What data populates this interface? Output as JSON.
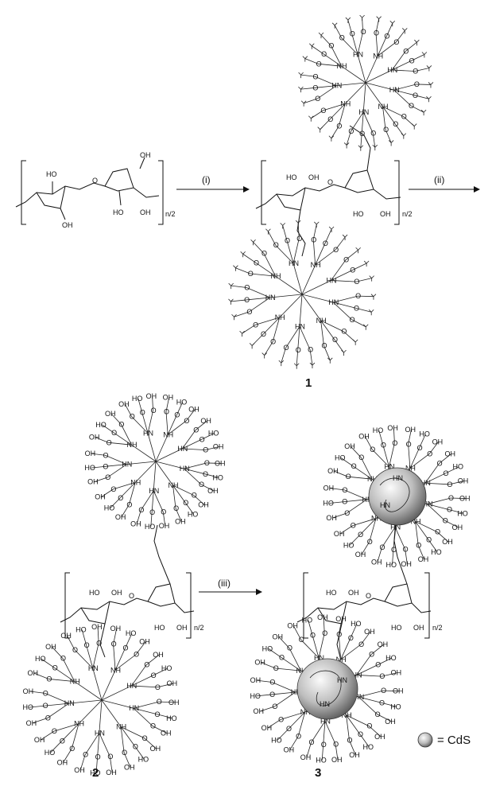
{
  "reaction": {
    "step1_label": "(i)",
    "step2_label": "(ii)",
    "step3_label": "(iii)",
    "repeat_unit": "n/2"
  },
  "compounds": {
    "c1": "1",
    "c2": "2",
    "c3": "3"
  },
  "legend": {
    "text": "= CdS"
  },
  "atoms": {
    "ho": "HO",
    "oh": "OH",
    "o": "O",
    "nh": "NH",
    "hn": "HN",
    "n": "N",
    "h": "H"
  },
  "colors": {
    "sphere_light": "#f2f2f2",
    "sphere_dark": "#555555",
    "ink": "#111111"
  }
}
